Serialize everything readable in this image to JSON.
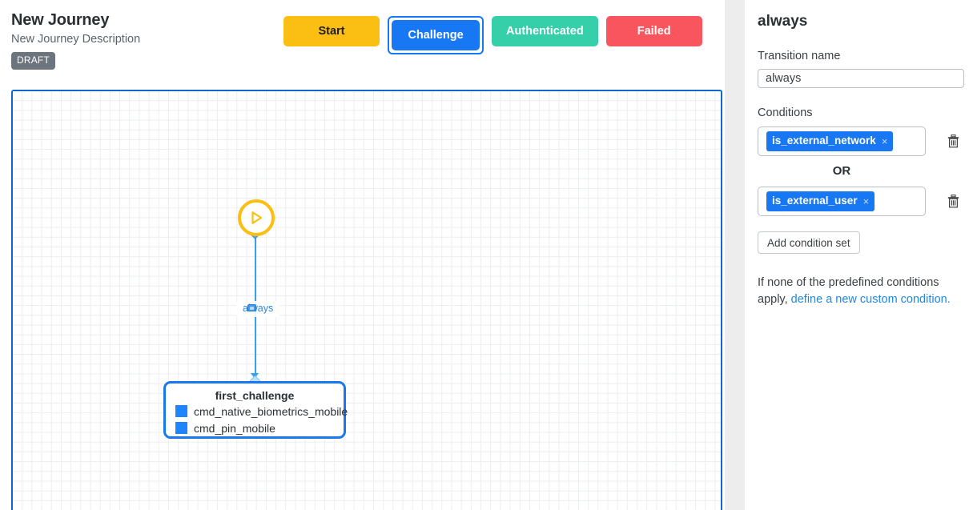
{
  "header": {
    "title": "New Journey",
    "description": "New Journey Description",
    "badge": "DRAFT",
    "state_buttons": [
      {
        "label": "Start",
        "color": "#FBBF14",
        "selected": false
      },
      {
        "label": "Challenge",
        "color": "#1877F2",
        "selected": true
      },
      {
        "label": "Authenticated",
        "color": "#35CFAA",
        "selected": false
      },
      {
        "label": "Failed",
        "color": "#F9555F",
        "selected": false
      }
    ]
  },
  "canvas": {
    "start_node": {
      "icon": "play-icon",
      "color": "#FBBF14"
    },
    "edge": {
      "label": "always",
      "color": "#3BA0EA",
      "icon": "edge-config-icon"
    },
    "node": {
      "title": "first_challenge",
      "border_color": "#1877F2",
      "items": [
        {
          "label": "cmd_native_biometrics_mobile",
          "color": "#1C85FF"
        },
        {
          "label": "cmd_pin_mobile",
          "color": "#1C85FF"
        }
      ]
    }
  },
  "panel": {
    "title": "always",
    "transition_name_label": "Transition name",
    "transition_name_value": "always",
    "transition_name_placeholder": "Transition name",
    "conditions_label": "Conditions",
    "condition_sets": [
      {
        "chip": "is_external_network",
        "chip_close": "×",
        "delete_icon": "trash-icon"
      },
      {
        "chip": "is_external_user",
        "chip_close": "×",
        "delete_icon": "trash-icon"
      }
    ],
    "or_label": "OR",
    "add_condition_set_label": "Add condition set",
    "hint_prefix": "If none of the predefined conditions apply, ",
    "hint_link": "define a new custom condition.",
    "chip_color": "#1877F2",
    "link_color": "#1E88E5"
  }
}
